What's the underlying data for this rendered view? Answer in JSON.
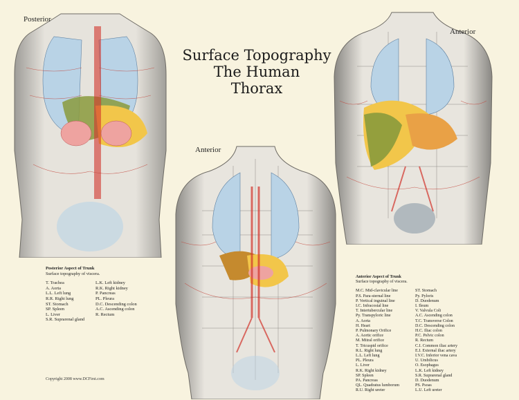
{
  "title": {
    "line1": "Surface Topography",
    "line2": "The Human",
    "line3": "Thorax"
  },
  "views": {
    "posterior": "Posterior",
    "anterior_center": "Anterior",
    "anterior_right": "Anterior"
  },
  "posterior_legend": {
    "title": "Posterior Aspect of Trunk",
    "subtitle": "Surface topography of viscera.",
    "col1": [
      "T. Trachea",
      "A. Aorta",
      "L.L. Left lung",
      "R.R. Right lung",
      "ST. Stomach",
      "SP. Spleen",
      "L. Liver",
      "S.R. Suprarenal gland"
    ],
    "col2": [
      "L.K. Left kidney",
      "R.K. Right kidney",
      "P. Pancreas",
      "PL. Pleura",
      "D.C. Descending colon",
      "A.C. Ascending colon",
      "R. Rectum"
    ]
  },
  "anterior_legend": {
    "title": "Anterior Aspect of Trunk",
    "subtitle": "Surface topography of viscera.",
    "col1": [
      "M.C. Mid-clavicular line",
      "P.S. Para-sternal line",
      "P. Vertical inguinal line",
      "I.C. Infracostal line",
      "T. Intertubercular line",
      "Py. Transpyloric line",
      "A. Aorta",
      "H. Heart",
      "P. Pulmonary Orifice",
      "A. Aortic orifice",
      "M. Mitral orifice",
      "T. Tricuspid orifice",
      "R.L. Right lung",
      "L.L. Left lung",
      "PL. Pleura",
      "L. Liver",
      "R.K. Right kidney",
      "SP. Spleen",
      "PA. Pancreas",
      "QL. Quadratus lumborum",
      "R.U. Right ureter"
    ],
    "col2": [
      "ST. Stomach",
      "Py. Pyloris",
      "D. Duodenum",
      "I. Ileum",
      "V. Valvula Coli",
      "A.C. Ascending colon",
      "T.C. Transverse Colon",
      "D.C. Descending colon",
      "H.C. Iliac colon",
      "P.C. Pelvic colon",
      "R. Rectum",
      "C.I. Common iliac artery",
      "E.I. External iliac artery",
      "I.V.C. Inferior vena cava",
      "U. Umbilicus",
      "O. Esophagus",
      "L.K. Left kidney",
      "S.R. Suprarenal gland",
      "D. Duodenum",
      "PS. Psoas",
      "L.U. Left ureter"
    ]
  },
  "copyright": "Copyright 2008 www.DCFirst.com",
  "colors": {
    "background": "#f8f3df",
    "lung": "#b9d3e6",
    "liver": "#8a9a3c",
    "stomach": "#f2c64a",
    "kidney": "#eea3a0",
    "vessel": "#d2342c",
    "skin": "#e7e4de"
  }
}
